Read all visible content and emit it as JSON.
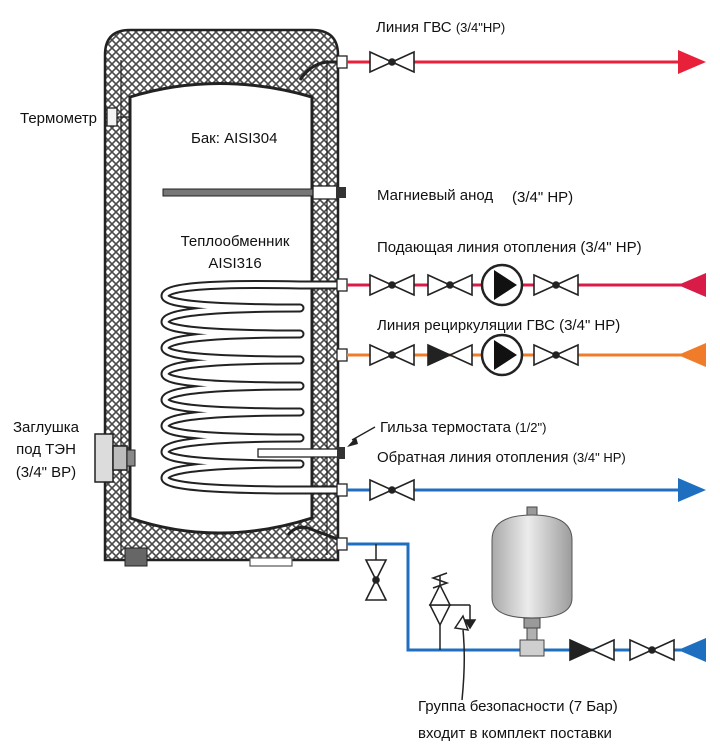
{
  "labels": {
    "dhw_line": "Линия ГВС",
    "dhw_line_thread": "(3/4\"НР)",
    "thermometer": "Термометр",
    "tank": "Бак: AISI304",
    "anode": "Магниевый анод",
    "anode_thread": "(3/4\" НР)",
    "heat_exchanger_1": "Теплообменник",
    "heat_exchanger_2": "AISI316",
    "supply_line": "Подающая линия отопления (3/4\" НР)",
    "recirc_line": "Линия рециркуляции ГВС (3/4\" НР)",
    "thermostat_sleeve": "Гильза термостата",
    "thermostat_sleeve_thread": "(1/2\")",
    "return_line": "Обратная линия отопления",
    "return_line_thread": "(3/4\" НР)",
    "heater_plug_1": "Заглушка",
    "heater_plug_2": "под ТЭН",
    "heater_plug_3": "(3/4\" ВР)",
    "safety_group": "Группа безопасности (7 Бар)",
    "safety_group_note": "входит в комплект поставки"
  },
  "colors": {
    "hot_water": "#e8203a",
    "heating_supply": "#d81b47",
    "recirculation": "#f07b28",
    "return_line": "#1f6fc0",
    "cold_water": "#1f6fc0",
    "outline": "#222222",
    "insulation": "#555555",
    "expansion_vessel": "#d4d4d4"
  }
}
